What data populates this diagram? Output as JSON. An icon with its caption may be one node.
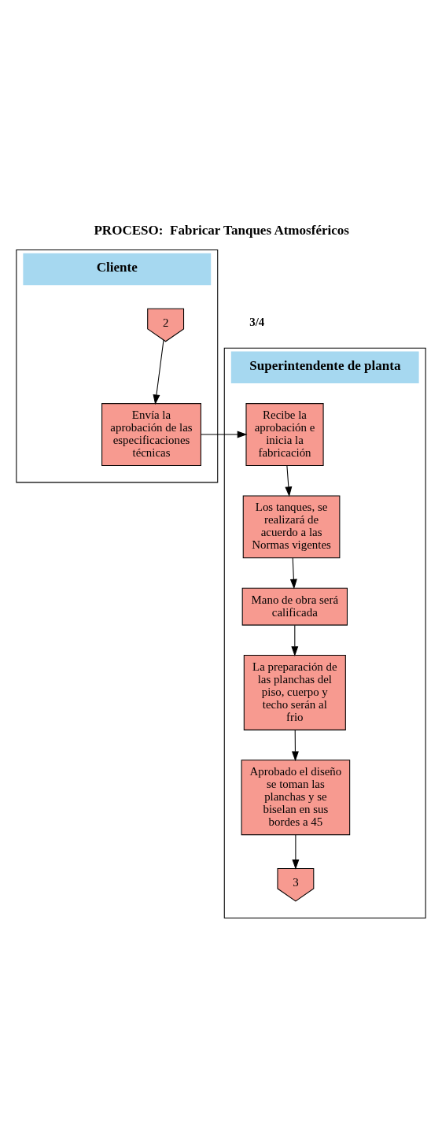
{
  "diagram": {
    "title": "PROCESO:  Fabricar Tanques Atmosféricos",
    "nodes": [
      {
        "text": [
          "Superintendente de planta"
        ]
      },
      {
        "text": [
          "Cliente"
        ]
      },
      {
        "text": [
          "2"
        ],
        "in": 1
      },
      {
        "text": [
          "Envía la aprobación de las especificaciones técnicas"
        ],
        "in": 1
      },
      {
        "text": [
          "Recibe la aprobación e inicia la fabricación"
        ],
        "in": 0
      },
      {
        "text": [
          "Los tanques, se realizará de acuerdo a las Normas vigentes"
        ],
        "in": 0
      },
      {
        "text": [
          "Mano de obra será calificada"
        ],
        "in": 0
      },
      {
        "text": [
          "La preparación de las planchas del piso, cuerpo y techo serán al frio"
        ],
        "in": 0
      },
      {
        "text": [
          "Aprobado el diseño  se toman las planchas y se biselan en sus bordes a 45"
        ],
        "in": 0
      },
      {
        "text": [
          "3"
        ],
        "in": 0
      }
    ],
    "edges": [
      {
        "from": 2,
        "to": 3,
        "arrow": "to"
      },
      {
        "from": 3,
        "to": 4,
        "arrow": "to"
      },
      {
        "from": 4,
        "to": 5,
        "arrow": "to"
      },
      {
        "from": 5,
        "to": 6,
        "arrow": "to"
      },
      {
        "from": 6,
        "to": 7,
        "arrow": "to"
      },
      {
        "from": 7,
        "to": 8,
        "arrow": "to"
      },
      {
        "from": 8,
        "to": 9,
        "arrow": "to"
      }
    ],
    "labels": [
      "3/4"
    ]
  }
}
